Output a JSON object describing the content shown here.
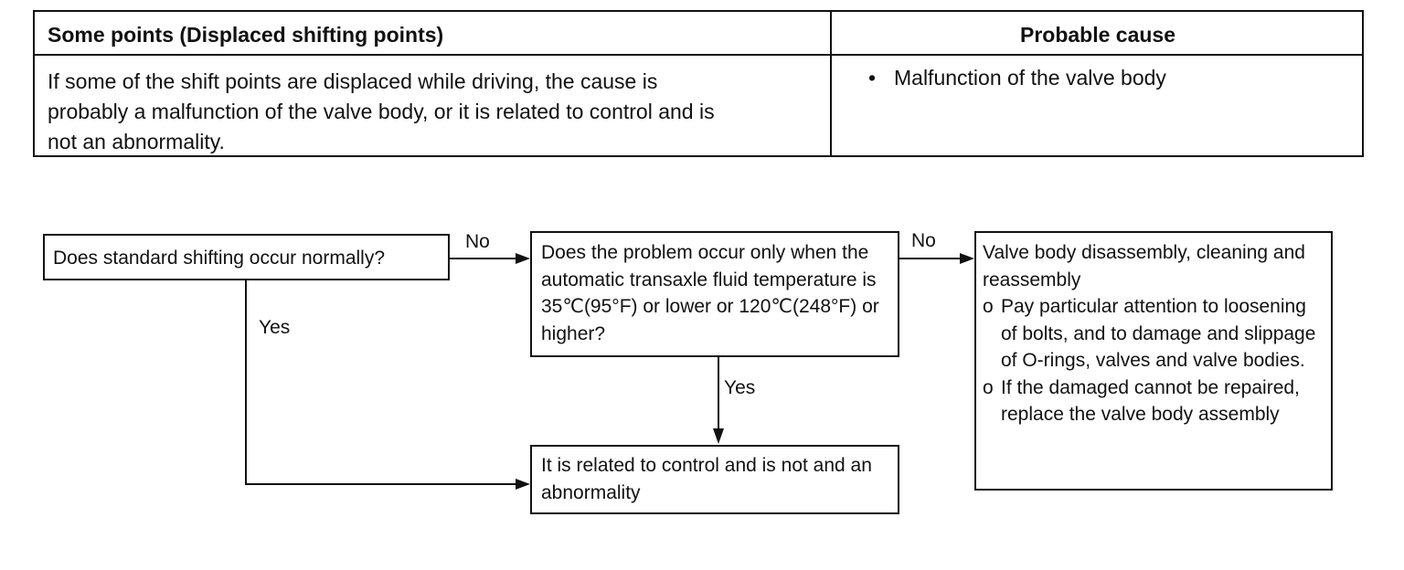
{
  "table": {
    "header_left": "Some points (Displaced shifting points)",
    "header_right": "Probable cause",
    "body_left": "If some of the shift points are displaced while driving, the cause is probably a malfunction of the valve body, or it is related to control and is not an abnormality.",
    "body_right_bullet": "•",
    "body_right": "Malfunction of the valve body"
  },
  "flowchart": {
    "q1": "Does standard shifting occur normally?",
    "q1_no_label": "No",
    "q1_yes_label": "Yes",
    "q2": "Does the problem occur only when the automatic transaxle fluid temperature is 35℃(95°F) or lower or 120℃(248°F) or higher?",
    "q2_no_label": "No",
    "q2_yes_label": "Yes",
    "result": "It is related to control and is not and an abnormality",
    "action": {
      "title": "Valve body disassembly, cleaning and reassembly",
      "items": [
        {
          "marker": "o",
          "text": "Pay particular attention to loosening of bolts, and to damage and slippage of O-rings, valves and valve bodies."
        },
        {
          "marker": "o",
          "text": "If the damaged cannot be repaired, replace the valve body assembly"
        }
      ]
    }
  }
}
